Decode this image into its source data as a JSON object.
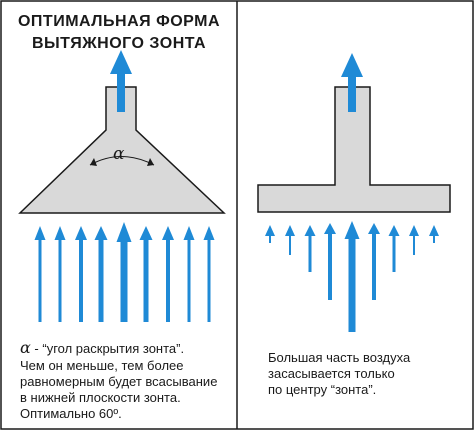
{
  "left_panel": {
    "title_line1": "ОПТИМАЛЬНАЯ  ФОРМА",
    "title_line2": "ВЫТЯЖНОГО  ЗОНТА",
    "angle_symbol": "α",
    "note_symbol": "α",
    "note_line1": " - “угол раскрытия зонта”.",
    "note_line2": "Чем он меньше, тем более",
    "note_line3": "равномерным будет всасывание",
    "note_line4": "в нижней плоскости зонта.",
    "note_line5": "Оптимально 60º."
  },
  "right_panel": {
    "note_line1": "Большая часть воздуха",
    "note_line2": "засасывается только",
    "note_line3": "по центру “зонта”."
  },
  "colors": {
    "arrow": "#1f8ad6",
    "hood_fill": "#d9d9d9",
    "stroke": "#1a1a1a"
  }
}
